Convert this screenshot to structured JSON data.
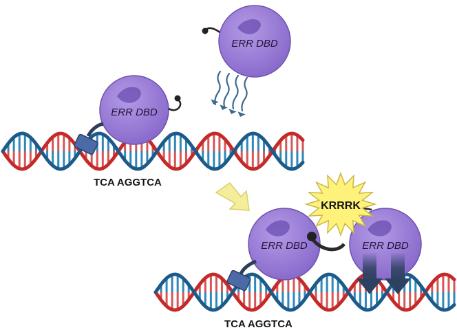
{
  "protein_label": "ERR DBD",
  "dna_sequence": "TCA AGGTCA",
  "motif_label": "KRRRK",
  "colors": {
    "protein_fill": "#9c7fd6",
    "protein_inner": "#6a4eb0",
    "dna_red": "#c42a2a",
    "dna_blue": "#1c5a8a",
    "rung_red": "#d65555",
    "rung_blue": "#2f86b8",
    "burst": "#fff27a",
    "arrow_yellow": "#f4ee9a",
    "down_arrow": "#2d4160"
  }
}
